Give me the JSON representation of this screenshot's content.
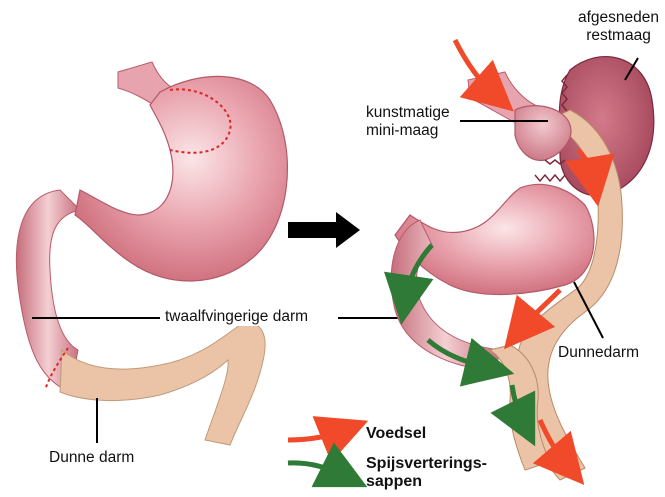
{
  "labels": {
    "restmaag_line1": "afgesneden",
    "restmaag_line2": "restmaag",
    "minimaag_line1": "kunstmatige",
    "minimaag_line2": "mini-maag",
    "twaalfvinger": "twaalfvingerige darm",
    "dunne_darm": "Dunne darm",
    "dunnedarm": "Dunnedarm"
  },
  "legend": {
    "voedsel": "Voedsel",
    "spijs_line1": "Spijsverterings-",
    "spijs_line2": "sappen"
  },
  "colors": {
    "stomach": "#d4707f",
    "stomach_light": "#f1c3c8",
    "intestine": "#e8bfa0",
    "intestine_dark": "#b98a68",
    "food_arrow": "#f04a2a",
    "juice_arrow": "#2f7a36",
    "cut_line": "#e02424"
  }
}
